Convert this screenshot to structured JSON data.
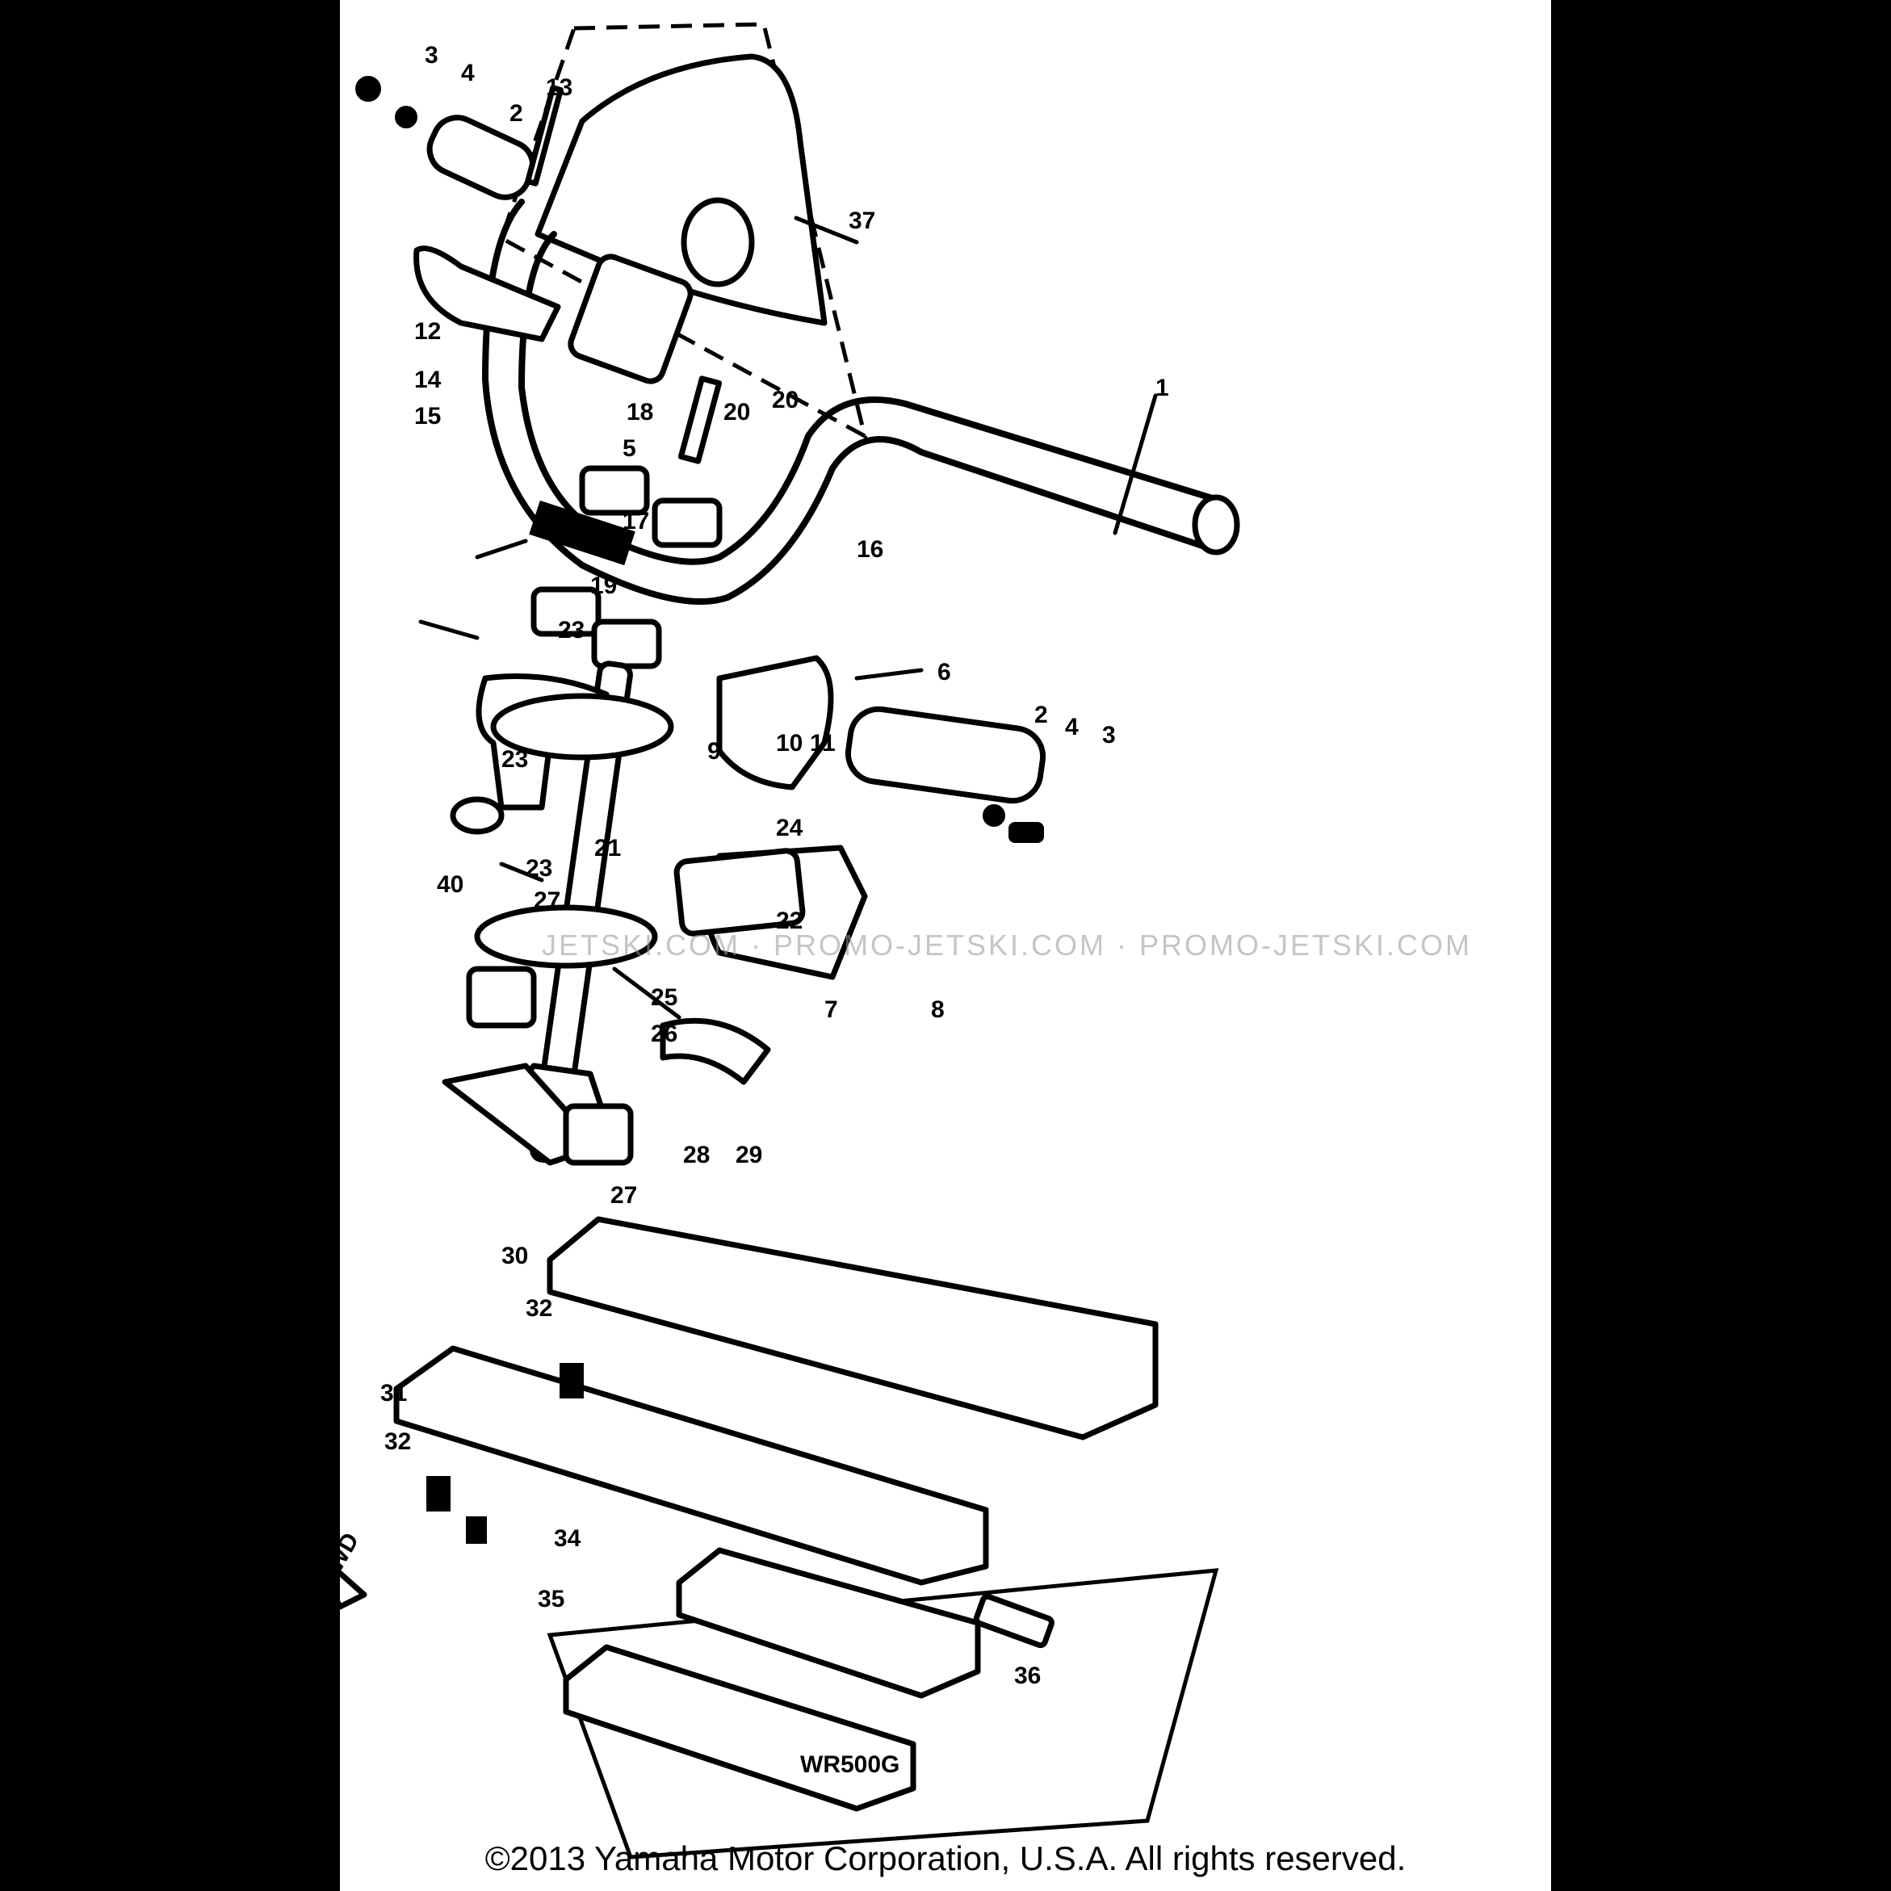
{
  "copyright": "©2013 Yamaha Motor Corporation, U.S.A. All rights reserved.",
  "watermark": "JETSKI.COM · PROMO-JETSKI.COM · PROMO-JETSKI.COM",
  "inset_label": "WR500G",
  "fwd_label": "FWD",
  "callouts": [
    "1",
    "2",
    "3",
    "4",
    "5",
    "6",
    "7",
    "8",
    "9",
    "10",
    "11",
    "12",
    "13",
    "14",
    "15",
    "16",
    "17",
    "18",
    "19",
    "20",
    "21",
    "22",
    "23",
    "24",
    "25",
    "26",
    "27",
    "28",
    "29",
    "30",
    "31",
    "32",
    "34",
    "35",
    "36",
    "37",
    "40"
  ]
}
